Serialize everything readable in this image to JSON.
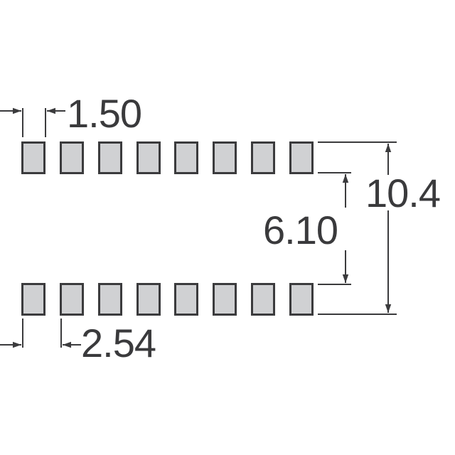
{
  "diagram": {
    "type": "pcb-land-pattern",
    "pad_color": "#d0d1d3",
    "line_color": "#3b3b3d",
    "rows": [
      {
        "name": "top",
        "pad_count": 8
      },
      {
        "name": "bottom",
        "pad_count": 8
      }
    ],
    "dimensions": {
      "pad_width": "1.50",
      "pitch": "2.54",
      "inner_row_spacing": "6.10",
      "outer_row_spacing": "10.4"
    }
  }
}
